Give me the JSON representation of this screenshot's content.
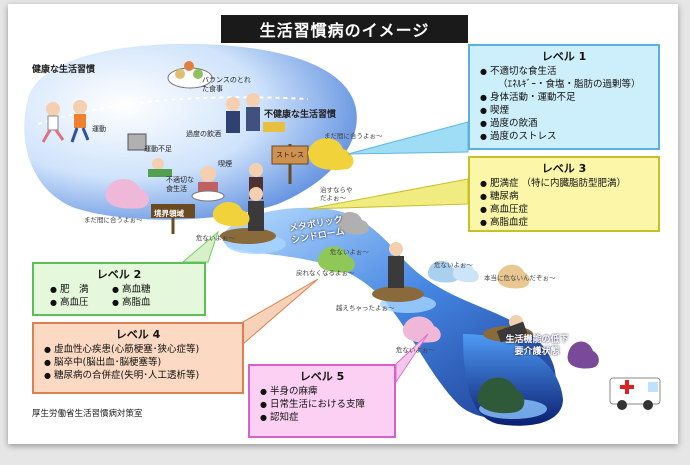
{
  "title": "生活習慣病のイメージ",
  "healthy_label": "健康な生活習慣",
  "unhealthy_label": "不健康な生活習慣",
  "source": "厚生労働省生活習慣病対策室",
  "scene_labels": {
    "balanced_meal": "バランスのとれた食事",
    "exercise": "運動",
    "lack_of_exercise": "運動不足",
    "excess_drinking": "過度の飲酒",
    "smoking": "喫煙",
    "unhealthy_diet": "不適切な食生活",
    "border_sign": "境界領域",
    "stress": "ストレス",
    "metabolic": "メタボリック シンドローム",
    "impaired_function": "生活機能の低下 要介護状態"
  },
  "speech": {
    "s1": "まだ間に合うよぉ～",
    "s2": "まだ間に合うよぉ～",
    "s3": "危ないよぉ～",
    "s4": "危ないよぉ～",
    "s5": "戻れなくなるよぉ～",
    "s6": "越えちゃったよぉ～",
    "s7": "危ないよぉ～",
    "s8": "本当に危ないんだぞぉ～",
    "s9": "危ないよぉ～",
    "s10": "治すならやだよぉ～"
  },
  "level1": {
    "heading": "レベル 1",
    "items": [
      {
        "text": "不適切な食生活",
        "sub": false
      },
      {
        "text": "（ｴﾈﾙｷﾞｰ・食塩・脂肪の過剰等）",
        "sub": true
      },
      {
        "text": "身体活動・運動不足",
        "sub": false
      },
      {
        "text": "喫煙",
        "sub": false
      },
      {
        "text": "過度の飲酒",
        "sub": false
      },
      {
        "text": "過度のストレス",
        "sub": false
      }
    ]
  },
  "level2": {
    "heading": "レベル 2",
    "items": [
      "肥　満",
      "高血糖",
      "高血圧",
      "高脂血"
    ]
  },
  "level3": {
    "heading": "レベル 3",
    "items": [
      "肥満症 （特に内臓脂肪型肥満）",
      "糖尿病",
      "高血圧症",
      "高脂血症"
    ]
  },
  "level4": {
    "heading": "レベル 4",
    "items": [
      "虚血性心疾患(心筋梗塞･狭心症等)",
      "脳卒中(脳出血･脳梗塞等)",
      "糖尿病の合併症(失明･人工透析等)"
    ]
  },
  "level5": {
    "heading": "レベル 5",
    "items": [
      "半身の麻痺",
      "日常生活における支障",
      "認知症"
    ]
  },
  "colors": {
    "level1": "#8ad2f0",
    "level2": "#6fcf6a",
    "level3": "#e8e24a",
    "level4": "#f0a070",
    "level5": "#e070d0"
  }
}
